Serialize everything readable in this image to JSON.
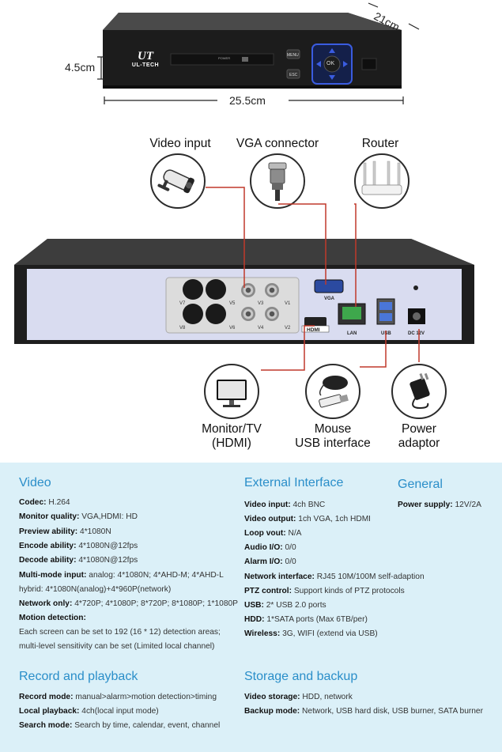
{
  "dimensions": {
    "height": "4.5cm",
    "width": "25.5cm",
    "depth": "21cm"
  },
  "brand": {
    "name": "UL-TECH",
    "logo": "UT"
  },
  "front_panel": {
    "menu": "MENU",
    "esc": "ESC",
    "ok": "OK",
    "power": "POWER"
  },
  "callouts": {
    "video_input": "Video input",
    "vga_connector": "VGA connector",
    "router": "Router",
    "monitor_line1": "Monitor/TV",
    "monitor_line2": "(HDMI)",
    "mouse_line1": "Mouse",
    "mouse_line2": "USB interface",
    "power_line1": "Power",
    "power_line2": "adaptor"
  },
  "rear_ports": {
    "v1": "V1",
    "v2": "V2",
    "v3": "V3",
    "v4": "V4",
    "v5": "V5",
    "v6": "V6",
    "v7": "V7",
    "v8": "V8",
    "vga": "VGA",
    "hdmi": "HDMI",
    "lan": "LAN",
    "usb": "USB",
    "dc": "DC 12V"
  },
  "colors": {
    "accent": "#2a8ec9",
    "connector_line": "#c0392b",
    "spec_bg": "#dbf0f8"
  },
  "specs": {
    "video": {
      "heading": "Video",
      "rows": [
        {
          "k": "Codec:",
          "v": "H.264"
        },
        {
          "k": "Monitor quality:",
          "v": "VGA,HDMI: HD"
        },
        {
          "k": "Preview ability:",
          "v": "4*1080N"
        },
        {
          "k": "Encode ability:",
          "v": "4*1080N@12fps"
        },
        {
          "k": "Decode ability:",
          "v": "4*1080N@12fps"
        },
        {
          "k": "Multi-mode input:",
          "v": "analog: 4*1080N; 4*AHD-M; 4*AHD-L"
        },
        {
          "k": "",
          "v": "hybrid: 4*1080N(analog)+4*960P(network)"
        },
        {
          "k": "Network only:",
          "v": "4*720P; 4*1080P; 8*720P; 8*1080P; 1*1080P"
        },
        {
          "k": "Motion detection:",
          "v": ""
        },
        {
          "k": "",
          "v": "Each screen can be set to 192 (16 * 12) detection areas;"
        },
        {
          "k": "",
          "v": "multi-level sensitivity can be set (Limited local channel)"
        }
      ]
    },
    "external": {
      "heading": "External Interface",
      "rows": [
        {
          "k": "Video input:",
          "v": "4ch BNC"
        },
        {
          "k": "Video output:",
          "v": "1ch VGA, 1ch HDMI"
        },
        {
          "k": "Loop vout:",
          "v": "N/A"
        },
        {
          "k": "Audio I/O:",
          "v": "0/0"
        },
        {
          "k": "Alarm I/O:",
          "v": "0/0"
        },
        {
          "k": "Network interface:",
          "v": "RJ45 10M/100M self-adaption"
        },
        {
          "k": "PTZ control:",
          "v": "Support kinds of PTZ protocols"
        },
        {
          "k": "USB:",
          "v": "2* USB 2.0 ports"
        },
        {
          "k": "HDD:",
          "v": "1*SATA ports (Max 6TB/per)"
        },
        {
          "k": "Wireless:",
          "v": "3G, WIFI (extend via USB)"
        }
      ]
    },
    "general": {
      "heading": "General",
      "rows": [
        {
          "k": "Power supply:",
          "v": "12V/2A"
        }
      ]
    },
    "record": {
      "heading": "Record and playback",
      "rows": [
        {
          "k": "Record mode:",
          "v": "manual>alarm>motion detection>timing"
        },
        {
          "k": "Local playback:",
          "v": "4ch(local input mode)"
        },
        {
          "k": "Search mode:",
          "v": "Search by time, calendar, event, channel"
        }
      ]
    },
    "storage": {
      "heading": "Storage and backup",
      "rows": [
        {
          "k": "Video storage:",
          "v": "HDD, network"
        },
        {
          "k": "Backup mode:",
          "v": "Network, USB hard disk, USB burner, SATA burner"
        }
      ]
    }
  }
}
